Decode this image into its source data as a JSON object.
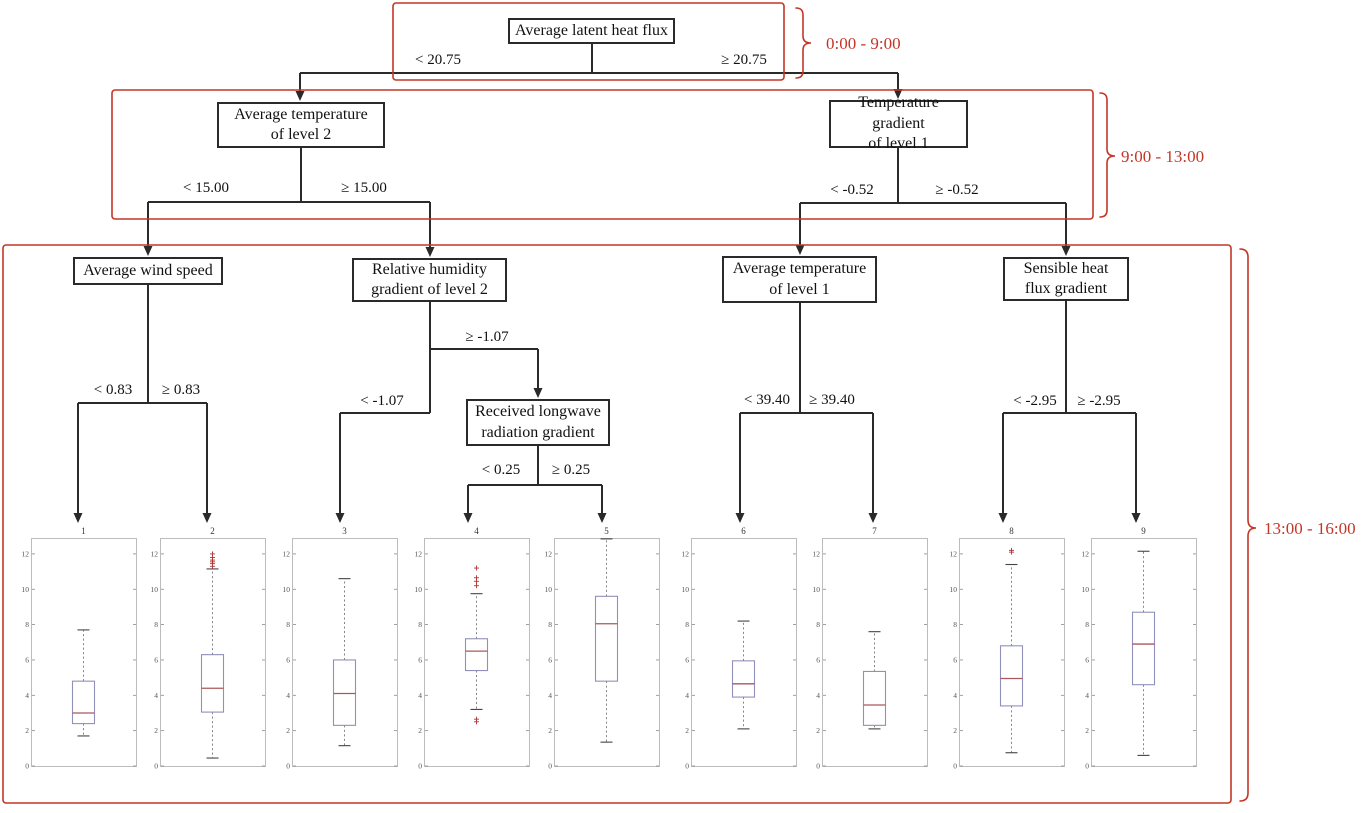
{
  "figure": {
    "time_brackets": [
      {
        "label": "0:00 - 9:00"
      },
      {
        "label": "9:00 - 13:00"
      },
      {
        "label": "13:00 - 16:00"
      }
    ]
  },
  "tree": {
    "root": {
      "label": "Average latent heat flux",
      "left_branch": "< 20.75",
      "right_branch": "≥ 20.75"
    },
    "nodes": {
      "temp2": {
        "label": "Average temperature\nof level 2",
        "left_branch": "< 15.00",
        "right_branch": "≥ 15.00"
      },
      "tgrad1": {
        "label": "Temperature gradient\nof level 1",
        "left_branch": "< -0.52",
        "right_branch": "≥ -0.52"
      },
      "wind": {
        "label": "Average wind speed",
        "left_branch": "< 0.83",
        "right_branch": "≥ 0.83"
      },
      "rh2": {
        "label": "Relative humidity\ngradient of level 2",
        "left_branch": "< -1.07",
        "right_branch": "≥ -1.07"
      },
      "longwave": {
        "label": "Received longwave\nradiation gradient",
        "left_branch": "< 0.25",
        "right_branch": "≥ 0.25"
      },
      "temp1": {
        "label": "Average temperature\nof level 1",
        "left_branch": "< 39.40",
        "right_branch": "≥ 39.40"
      },
      "sensible": {
        "label": "Sensible heat\nflux gradient",
        "left_branch": "< -2.95",
        "right_branch": "≥ -2.95"
      }
    }
  },
  "chart_data": {
    "type": "boxplot",
    "ylim": [
      0,
      12.9
    ],
    "yticks": [
      0,
      2,
      4,
      6,
      8,
      10,
      12
    ],
    "plots": [
      {
        "title": "1",
        "whisker_low": 1.7,
        "q1": 2.4,
        "median": 3.0,
        "q3": 4.8,
        "whisker_high": 7.7,
        "outliers": []
      },
      {
        "title": "2",
        "whisker_low": 0.45,
        "q1": 3.05,
        "median": 4.4,
        "q3": 6.3,
        "whisker_high": 11.15,
        "outliers": [
          11.3,
          11.45,
          11.55,
          11.65,
          11.8,
          12.0
        ]
      },
      {
        "title": "3",
        "whisker_low": 1.15,
        "q1": 2.3,
        "median": 4.1,
        "q3": 6.0,
        "whisker_high": 10.6,
        "outliers": []
      },
      {
        "title": "4",
        "whisker_low": 3.2,
        "q1": 5.4,
        "median": 6.5,
        "q3": 7.2,
        "whisker_high": 9.75,
        "outliers": [
          2.5,
          2.65,
          10.2,
          10.45,
          10.65,
          11.2
        ]
      },
      {
        "title": "5",
        "whisker_low": 1.35,
        "q1": 4.8,
        "median": 8.05,
        "q3": 9.6,
        "whisker_high": 12.85,
        "outliers": []
      },
      {
        "title": "6",
        "whisker_low": 2.1,
        "q1": 3.9,
        "median": 4.65,
        "q3": 5.95,
        "whisker_high": 8.2,
        "outliers": []
      },
      {
        "title": "7",
        "whisker_low": 2.1,
        "q1": 2.3,
        "median": 3.45,
        "q3": 5.35,
        "whisker_high": 7.6,
        "outliers": []
      },
      {
        "title": "8",
        "whisker_low": 0.75,
        "q1": 3.4,
        "median": 4.95,
        "q3": 6.8,
        "whisker_high": 11.4,
        "outliers": [
          12.1,
          12.2
        ]
      },
      {
        "title": "9",
        "whisker_low": 0.6,
        "q1": 4.6,
        "median": 6.9,
        "q3": 8.7,
        "whisker_high": 12.15,
        "outliers": []
      }
    ]
  },
  "colors": {
    "accent_red": "#c43527",
    "tree_line": "#2a2a2a",
    "panel_border": "#b5b5b5",
    "box_edge": "#9090ba",
    "median": "#a85a5a",
    "whisker": "#666666",
    "cap": "#444444",
    "outlier": "#b03434",
    "tick_text": "#555555"
  }
}
